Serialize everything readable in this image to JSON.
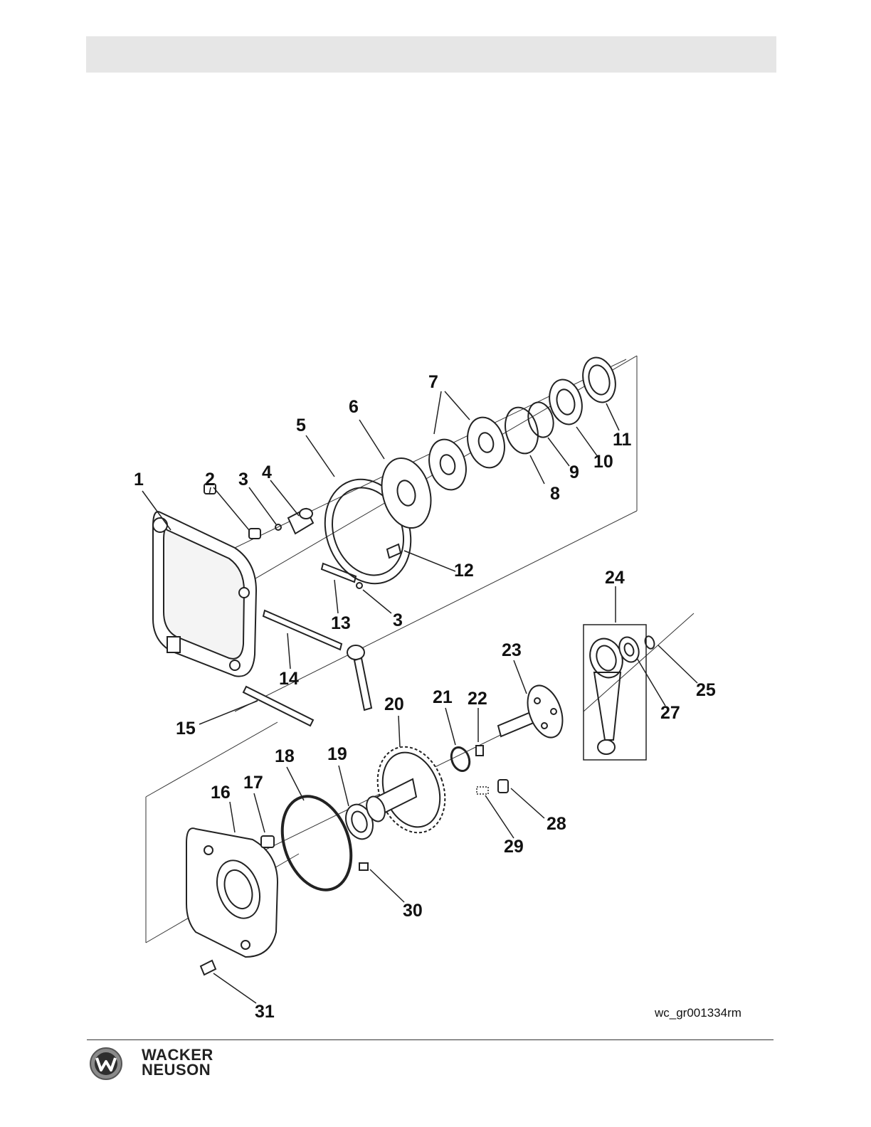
{
  "figure_id": "wc_gr001334rm",
  "brand": {
    "line1": "WACKER",
    "line2": "NEUSON"
  },
  "callouts": {
    "c1": "1",
    "c2": "2",
    "c3a": "3",
    "c3b": "3",
    "c4": "4",
    "c5": "5",
    "c6": "6",
    "c7": "7",
    "c8": "8",
    "c9": "9",
    "c10": "10",
    "c11": "11",
    "c12": "12",
    "c13": "13",
    "c14": "14",
    "c15": "15",
    "c16": "16",
    "c17": "17",
    "c18": "18",
    "c19": "19",
    "c20": "20",
    "c21": "21",
    "c22": "22",
    "c23": "23",
    "c24": "24",
    "c25": "25",
    "c27": "27",
    "c28": "28",
    "c29": "29",
    "c30": "30",
    "c31": "31"
  },
  "colors": {
    "header_bar": "#e6e6e6",
    "line": "#222222"
  }
}
